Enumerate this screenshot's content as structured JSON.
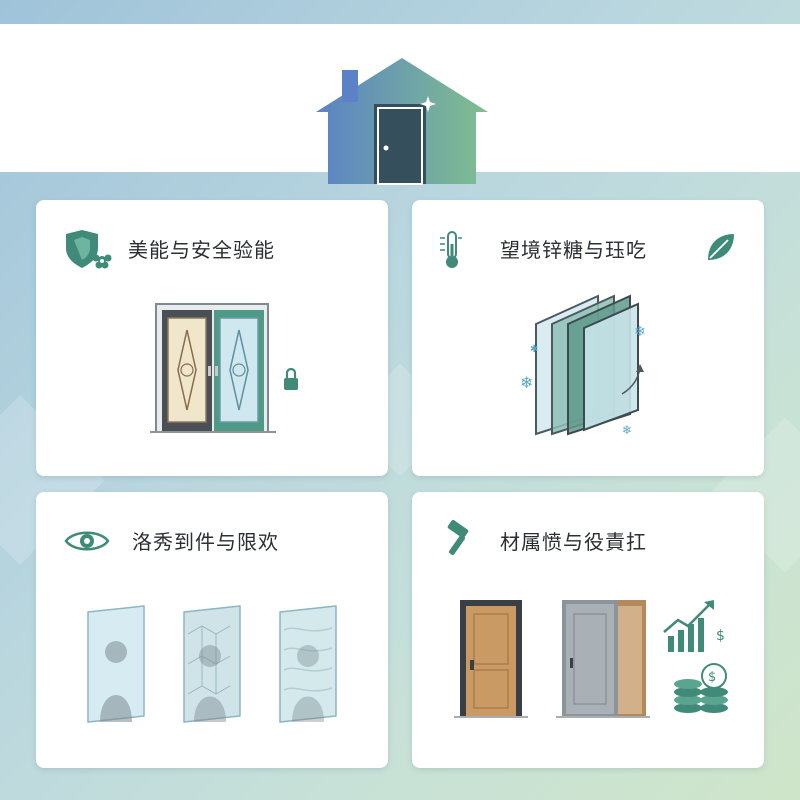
{
  "cards": [
    {
      "title": "美能与安全验能",
      "icon": "shield-flower-icon"
    },
    {
      "title": "望境锌糖与珏吃",
      "icon": "thermometer-icon",
      "extra_icon": "leaf-icon"
    },
    {
      "title": "洛秀到件与限欢",
      "icon": "eye-icon"
    },
    {
      "title": "材属愤与役責扛",
      "icon": "hammer-icon",
      "extra_icon": "money-growth-icon"
    }
  ],
  "colors": {
    "accent_green": "#3f8a78",
    "accent_blue": "#5a86c2",
    "door_dark": "#35505c"
  },
  "chart_labels": {
    "dollar": "$"
  }
}
